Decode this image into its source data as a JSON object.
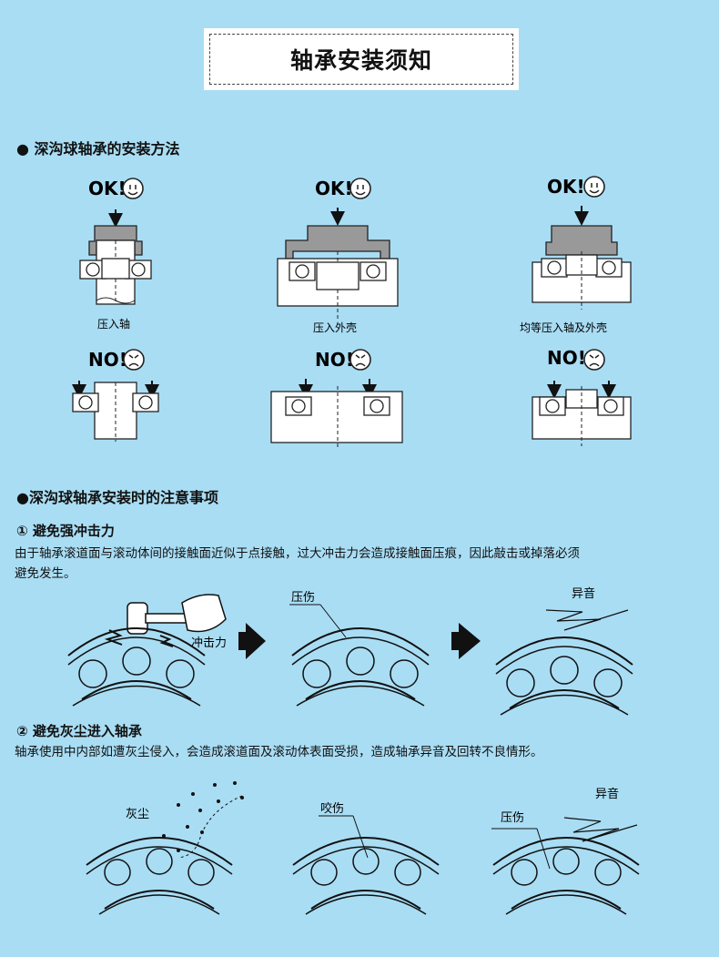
{
  "title": "轴承安装须知",
  "section1": {
    "heading": "● 深沟球轴承的安装方法",
    "ok_label": "OK!",
    "no_label": "NO!",
    "captions": [
      "压入轴",
      "压入外壳",
      "均等压入轴及外壳"
    ]
  },
  "section2": {
    "heading": "●深沟球轴承安装时的注意事项",
    "item1": {
      "title": "① 避免强冲击力",
      "text_line1": "由于轴承滚道面与滚动体间的接触面近似于点接触，过大冲击力会造成接触面压痕，因此敲击或掉落必须",
      "text_line2": "避免发生。",
      "labels": {
        "impact": "冲击力",
        "dent": "压伤",
        "noise": "异音"
      }
    },
    "item2": {
      "title": "② 避免灰尘进入轴承",
      "text": "轴承使用中内部如遭灰尘侵入，会造成滚道面及滚动体表面受损，造成轴承异音及回转不良情形。",
      "labels": {
        "dust": "灰尘",
        "bite": "咬伤",
        "dent": "压伤",
        "noise": "异音"
      }
    }
  }
}
